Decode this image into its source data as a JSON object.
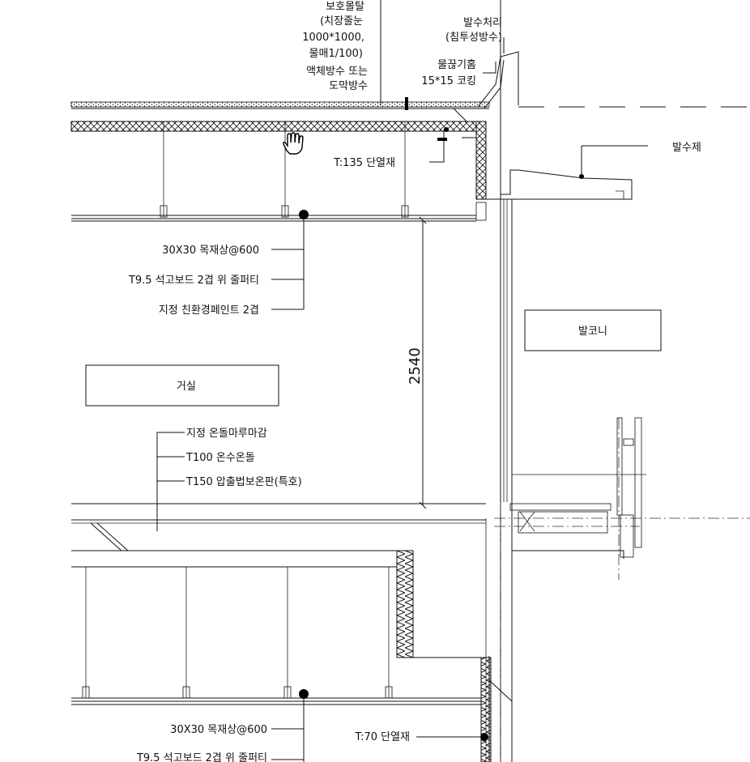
{
  "annotations": {
    "protect_mortar_1": "보호몰탈",
    "protect_mortar_2": "(치장줄눈",
    "protect_mortar_3": "1000*1000,",
    "protect_mortar_4": "물매1/100)",
    "liquid_waterproof_1": "액체방수 또는",
    "liquid_waterproof_2": "도막방수",
    "water_repellent_treat_1": "발수처리",
    "water_repellent_treat_2": "(침투성방수)",
    "drip_groove_1": "물끊기홈",
    "drip_groove_2": "15*15 코킹",
    "water_repellent": "발수제",
    "insulation_135": "T:135 단열재",
    "batten_upper": "30X30 목재상@600",
    "gypsum_upper": "T9.5 석고보드 2겹 위 줄퍼티",
    "paint_upper": "지정 친환경페인트 2겹",
    "floor_finish": "지정 온돌마루마감",
    "hot_water_ondol": "T100 온수온돌",
    "extruded_insulation": "T150 압출법보온판(특호)",
    "batten_lower": "30X30 목재상@600",
    "gypsum_lower": "T9.5 석고보드 2겹 위 줄퍼티",
    "insulation_70": "T:70 단열재"
  },
  "rooms": {
    "living_room": "거실",
    "balcony": "발코니"
  },
  "dimension": {
    "ceiling_height": "2540"
  }
}
